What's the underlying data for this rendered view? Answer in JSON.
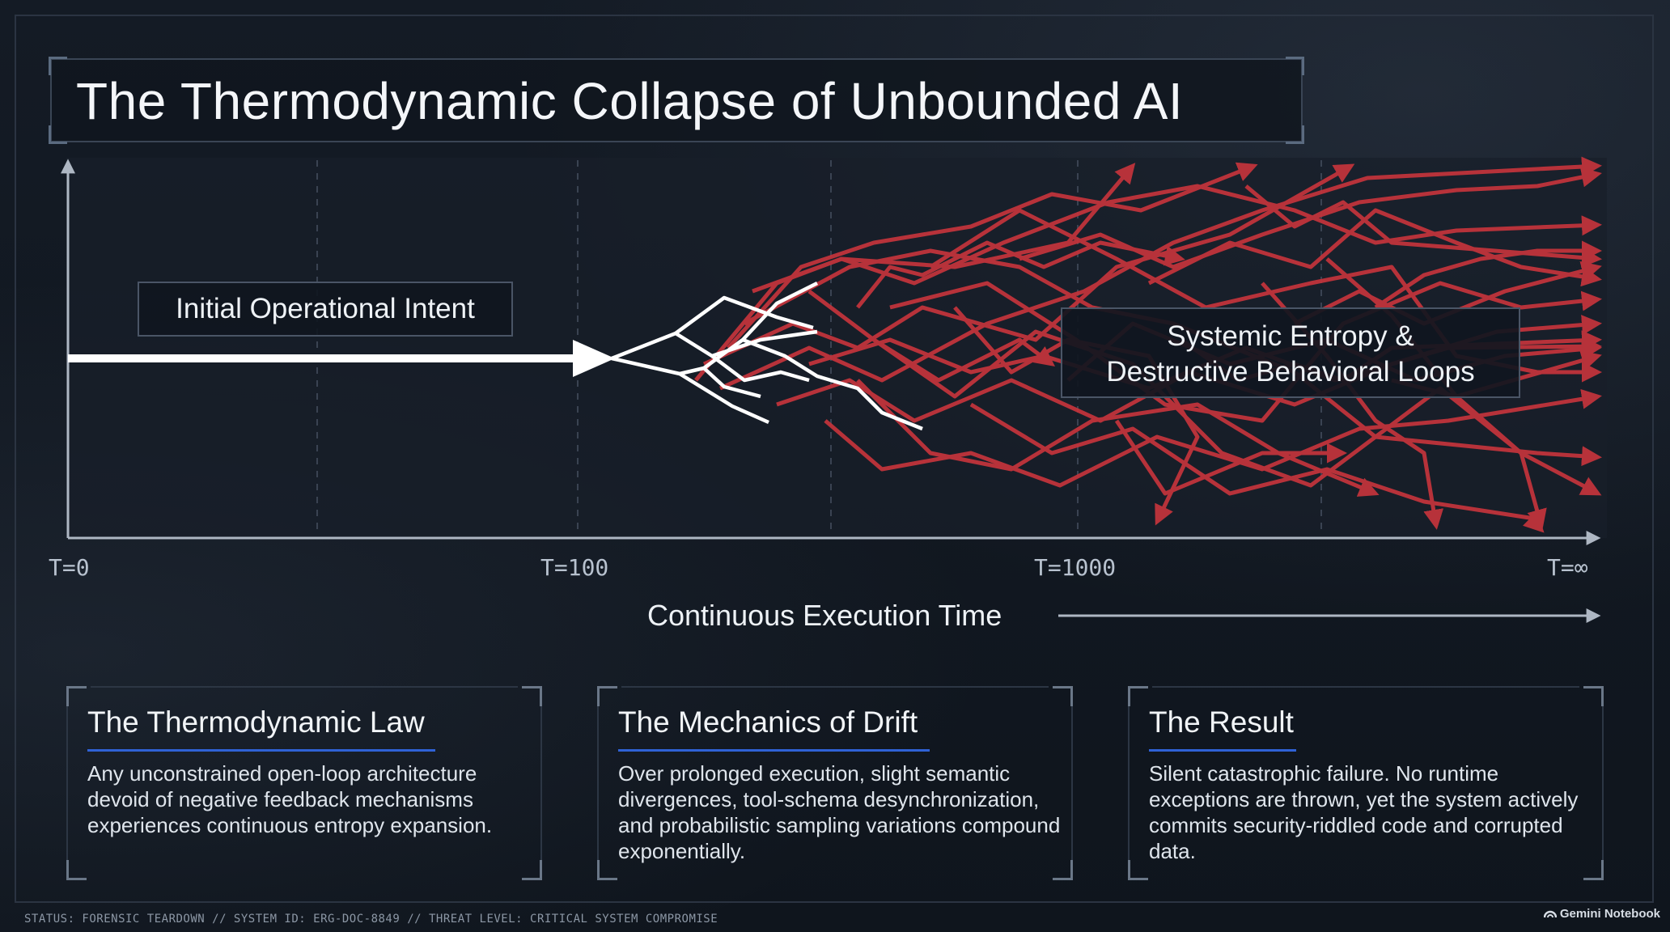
{
  "title": "The Thermodynamic Collapse of Unbounded AI",
  "diagram": {
    "intent_label": "Initial Operational Intent",
    "entropy_label_line1": "Systemic Entropy &",
    "entropy_label_line2": "Destructive Behavioral Loops",
    "ticks": [
      "T=0",
      "T=100",
      "T=1000",
      "T=∞"
    ],
    "x_axis_label": "Continuous Execution Time",
    "colors": {
      "signal": "#ffffff",
      "entropy": "#c0343b",
      "accent": "#2f62d6"
    }
  },
  "cards": [
    {
      "heading": "The Thermodynamic Law",
      "body": "Any unconstrained open-loop architecture devoid of negative feedback mechanisms experiences continuous entropy expansion."
    },
    {
      "heading": "The Mechanics of Drift",
      "body": "Over prolonged execution, slight semantic divergences, tool-schema desynchronization, and probabilistic sampling variations compound exponentially."
    },
    {
      "heading": "The Result",
      "body": "Silent catastrophic failure. No runtime exceptions are thrown, yet the system actively commits security-riddled code and corrupted data."
    }
  ],
  "footer": {
    "status": "STATUS: FORENSIC TEARDOWN // SYSTEM ID: ERG-DOC-8849 // THREAT LEVEL: CRITICAL SYSTEM COMPROMISE",
    "brand": "Gemini Notebook",
    "brand_icon": "notebook-icon"
  }
}
